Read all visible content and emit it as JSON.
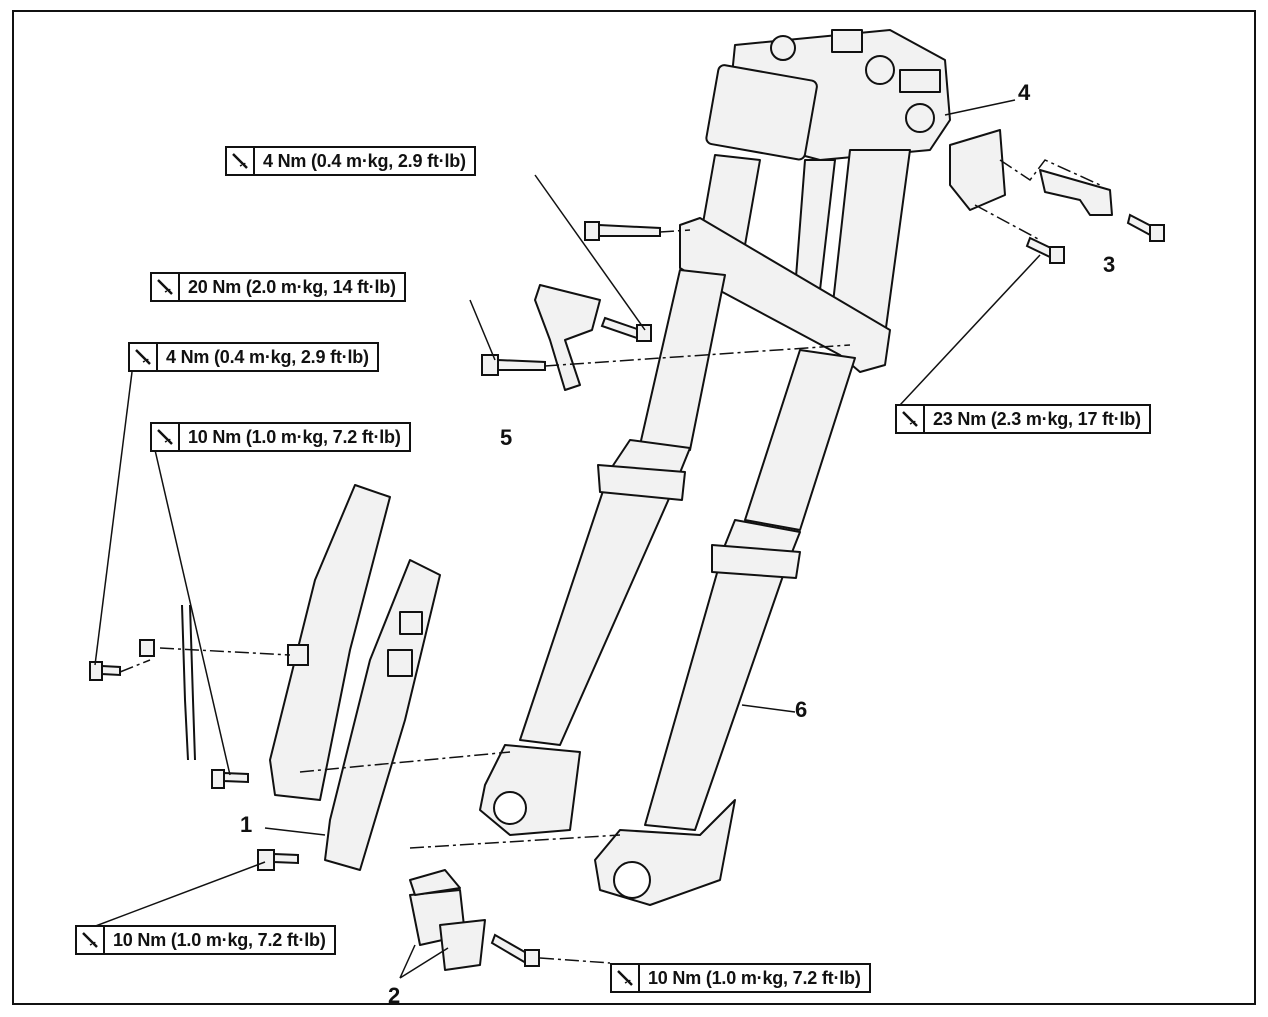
{
  "torque_labels": [
    {
      "id": "t1",
      "text": "4 Nm (0.4 m·kg, 2.9 ft·lb)"
    },
    {
      "id": "t2",
      "text": "20 Nm (2.0 m·kg, 14 ft·lb)"
    },
    {
      "id": "t3",
      "text": "4 Nm (0.4 m·kg, 2.9 ft·lb)"
    },
    {
      "id": "t4",
      "text": "10 Nm (1.0 m·kg, 7.2 ft·lb)"
    },
    {
      "id": "t5",
      "text": "23 Nm (2.3 m·kg, 17 ft·lb)"
    },
    {
      "id": "t6",
      "text": "10 Nm (1.0 m·kg, 7.2 ft·lb)"
    },
    {
      "id": "t7",
      "text": "10 Nm (1.0 m·kg, 7.2 ft·lb)"
    }
  ],
  "part_numbers": [
    "1",
    "2",
    "3",
    "4",
    "5",
    "6"
  ],
  "colors": {
    "line": "#111111",
    "background": "#ffffff",
    "fill": "#f2f2f2"
  },
  "icon": "torque-wrench-icon"
}
